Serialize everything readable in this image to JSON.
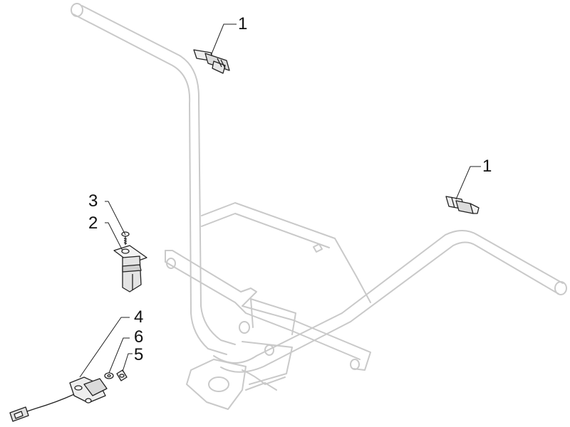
{
  "callouts": {
    "top_connector": "1",
    "right_connector": "1",
    "screw": "3",
    "washer_plate": "2",
    "sensor": "4",
    "small_washer": "6",
    "bolt": "5"
  }
}
